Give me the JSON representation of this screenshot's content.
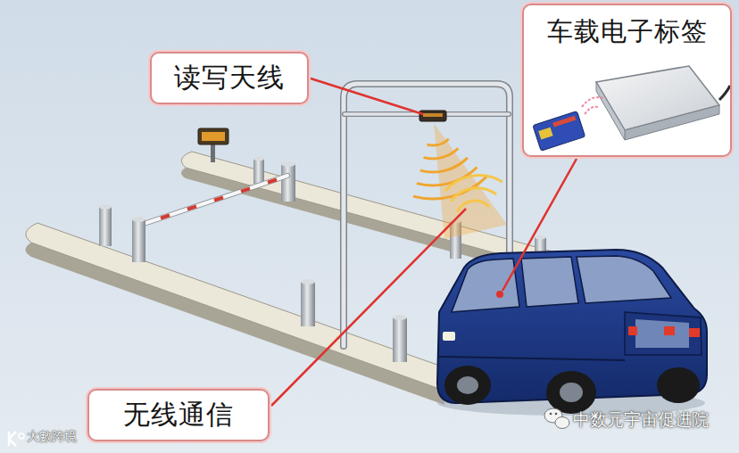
{
  "diagram": {
    "nodes": [
      {
        "text": [
          "读写天线"
        ]
      },
      {
        "text": [
          "车载电子标签"
        ]
      },
      {
        "text": [
          "无线通信"
        ]
      }
    ],
    "labels": [
      "大數跨境",
      "中数元宇宙促进院"
    ]
  }
}
